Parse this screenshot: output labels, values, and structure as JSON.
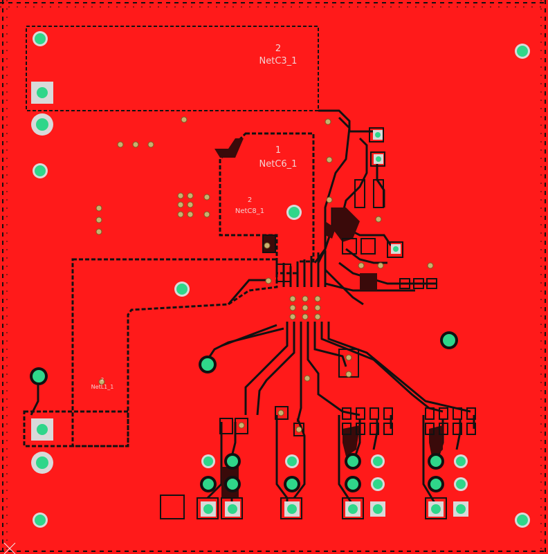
{
  "board": {
    "copper_color": "#ff1a1a",
    "outline_color": "#111111",
    "pad_color": "#2fd68a",
    "pad_ring_color": "#d9d9d9",
    "via_color": "#c8b070"
  },
  "labels": {
    "pad_c3_num": "2",
    "pad_c3_net": "NetC3_1",
    "pad_c6_num": "1",
    "pad_c6_net": "NetC6_1",
    "pad_c8_num": "2",
    "pad_c8_net": "NetC8_1",
    "pad_l1_num": "2",
    "pad_l1_net": "NetL1_1"
  }
}
